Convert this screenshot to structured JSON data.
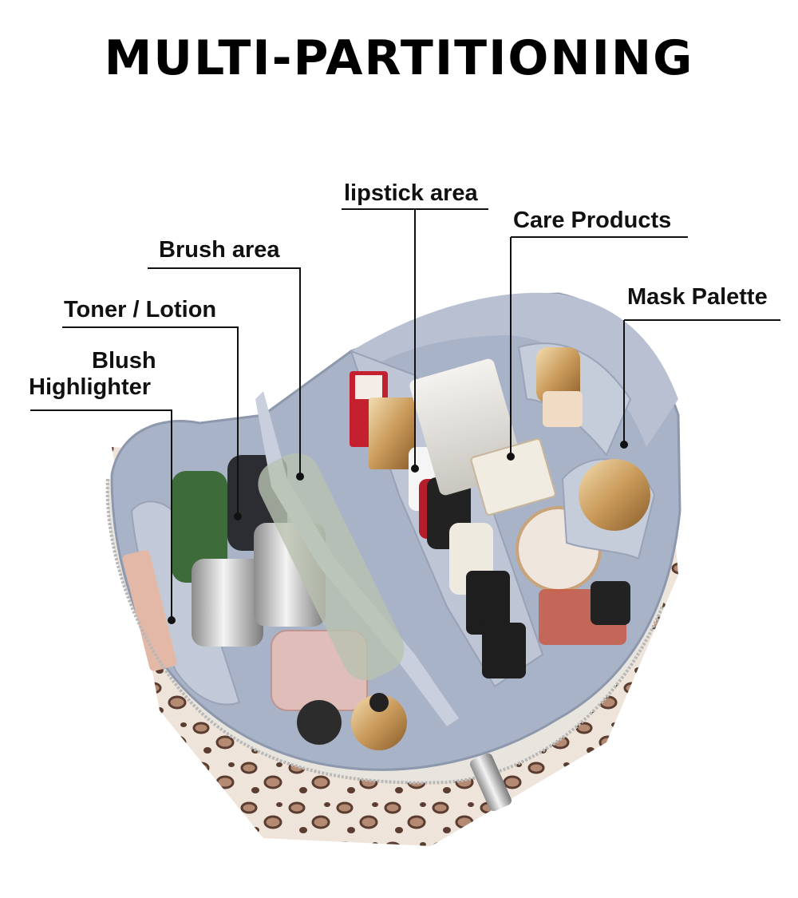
{
  "title": "MULTI-PARTITIONING",
  "labels": {
    "lipstick": "lipstick area",
    "care": "Care Products",
    "brush": "Brush area",
    "mask": "Mask Palette",
    "toner": "Toner / Lotion",
    "blush_line1": "Blush",
    "blush_line2": "Highlighter"
  },
  "colors": {
    "lining": "#a9b3c8",
    "lining_dark": "#8e98ad",
    "leopard_base": "#efe4da",
    "leopard_spot": "#6b4a3a",
    "leopard_fill": "#b48a72",
    "trim": "#e8e4de"
  }
}
